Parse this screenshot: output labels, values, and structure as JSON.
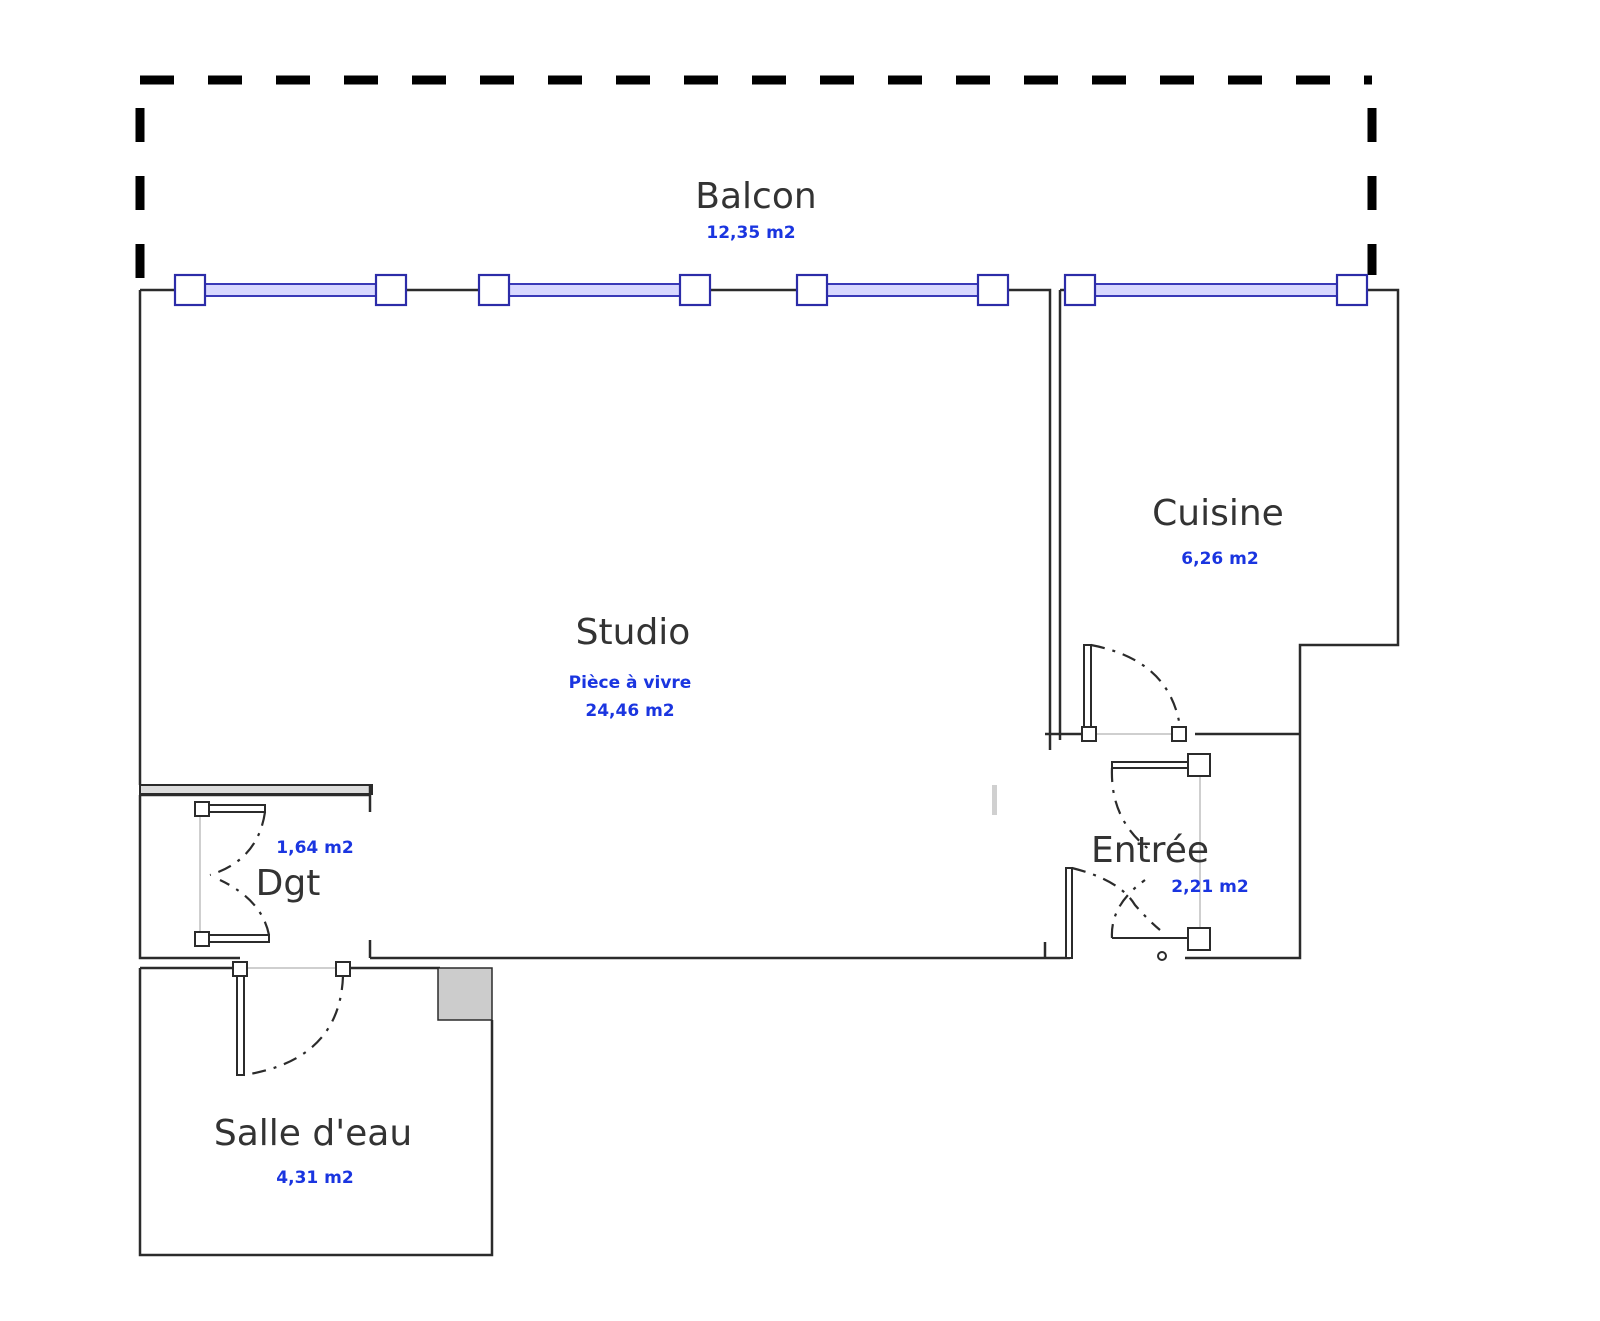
{
  "plan": {
    "accent_colors": {
      "wall": "#2b2b2b",
      "window": "#2c2ca8",
      "area_label": "#1a35e0",
      "room_label": "#333333",
      "shaft": "#cccccc"
    },
    "rooms": [
      {
        "id": "balcon",
        "name": "Balcon",
        "subtitle": null,
        "area": "12,35 m2"
      },
      {
        "id": "studio",
        "name": "Studio",
        "subtitle": "Pièce à vivre",
        "area": "24,46 m2"
      },
      {
        "id": "cuisine",
        "name": "Cuisine",
        "subtitle": null,
        "area": "6,26 m2"
      },
      {
        "id": "entree",
        "name": "Entrée",
        "subtitle": null,
        "area": "2,21 m2"
      },
      {
        "id": "dgt",
        "name": "Dgt",
        "subtitle": null,
        "area": "1,64 m2"
      },
      {
        "id": "salle-deau",
        "name": "Salle d'eau",
        "subtitle": null,
        "area": "4,31 m2"
      }
    ]
  }
}
